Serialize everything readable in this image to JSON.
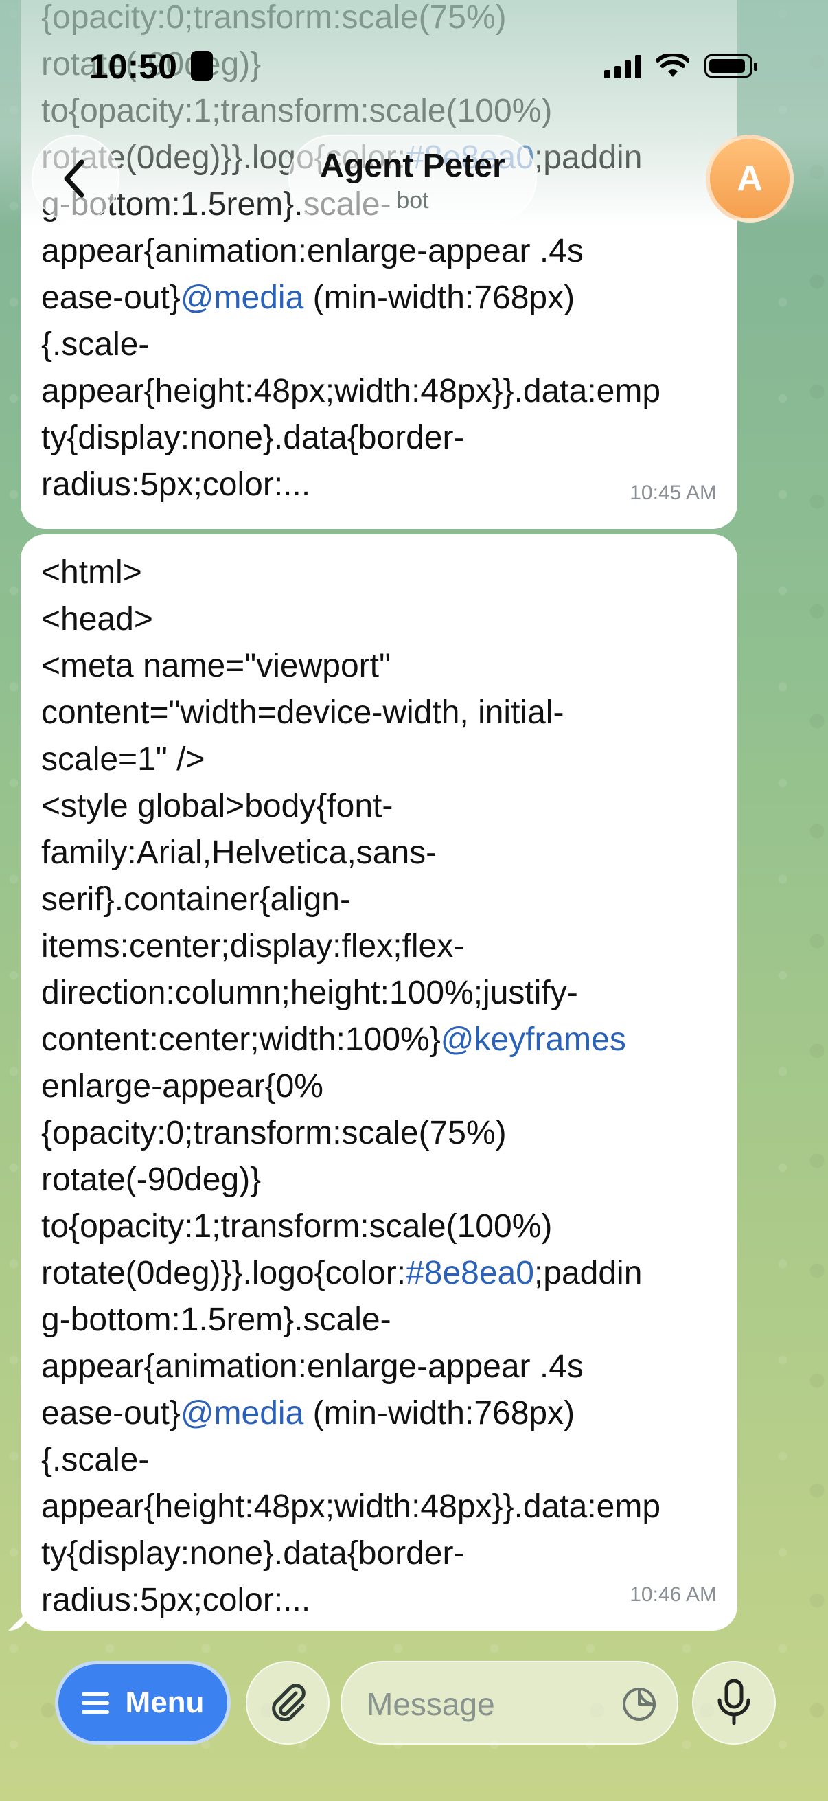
{
  "status_bar": {
    "time": "10:50"
  },
  "header": {
    "title": "Agent Peter",
    "subtitle": "bot",
    "avatar_letter": "A"
  },
  "messages": [
    {
      "lines": [
        "{opacity:0;transform:scale(75%)",
        "rotate(-90deg)}",
        "to{opacity:1;transform:scale(100%)",
        "rotate(0deg)}}.logo{color:#8e8ea0;paddin",
        "g-bottom:1.5rem}.scale-",
        "appear{animation:enlarge-appear .4s",
        "ease-out}@media (min-width:768px)",
        "{.scale-",
        "appear{height:48px;width:48px}}.data:emp",
        "ty{display:none}.data{border-",
        "radius:5px;color:..."
      ],
      "time": "10:45 AM"
    },
    {
      "lines": [
        "<html>",
        "<head>",
        "<meta name=\"viewport\"",
        "content=\"width=device-width, initial-",
        "scale=1\" />",
        "<style global>body{font-",
        "family:Arial,Helvetica,sans-",
        "serif}.container{align-",
        "items:center;display:flex;flex-",
        "direction:column;height:100%;justify-",
        "content:center;width:100%}@keyframes",
        "enlarge-appear{0%",
        "{opacity:0;transform:scale(75%)",
        "rotate(-90deg)}",
        "to{opacity:1;transform:scale(100%)",
        "rotate(0deg)}}.logo{color:#8e8ea0;paddin",
        "g-bottom:1.5rem}.scale-",
        "appear{animation:enlarge-appear .4s",
        "ease-out}@media (min-width:768px)",
        "{.scale-",
        "appear{height:48px;width:48px}}.data:emp",
        "ty{display:none}.data{border-",
        "radius:5px;color:..."
      ],
      "time": "10:46 AM"
    }
  ],
  "input_bar": {
    "menu_label": "Menu",
    "message_placeholder": "Message"
  },
  "link_tokens": [
    "@media",
    "@keyframes",
    "#8e8ea0"
  ],
  "colors": {
    "link": "#2b62b8",
    "menu_button": "#3b82f0",
    "avatar": "#f59f4e"
  }
}
